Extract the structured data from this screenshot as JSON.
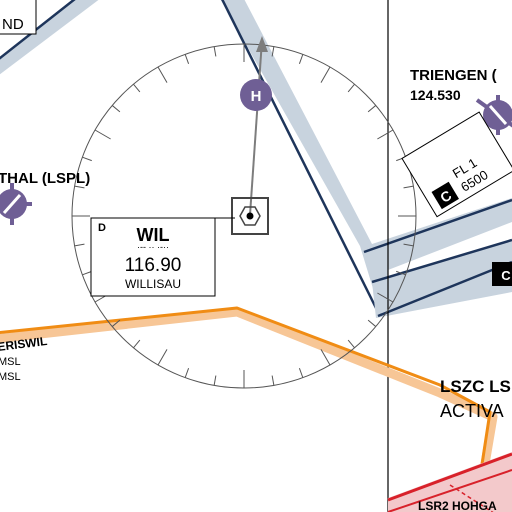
{
  "vor": {
    "ident": "WIL",
    "morse": "·-- ·· ·-··",
    "frequency": "116.90",
    "name": "WILLISAU",
    "class_letter": "D"
  },
  "heliport_marker": "H",
  "airports": [
    {
      "name": "TRIENGEN (",
      "frequency": "124.530"
    },
    {
      "name": "THAL (LSPL)"
    }
  ],
  "top_left_fragment": "ND",
  "airspace_tags": [
    {
      "class": "C",
      "limits": [
        "FL 1",
        "6500"
      ]
    }
  ],
  "zone": {
    "name": "LSZC LS",
    "status": "ACTIVA"
  },
  "restricted": "LSR2 HOHGA",
  "route": {
    "name": "ERISWIL",
    "lines": [
      "MSL",
      "MSL"
    ]
  },
  "colors": {
    "airspace_fill": "#c8d3de",
    "airspace_edge": "#1e355b",
    "route_orange": "#f08c14",
    "route_shadow": "#f7c696",
    "restricted_red": "#d8212a",
    "symbol_purple": "#6f5f95"
  }
}
